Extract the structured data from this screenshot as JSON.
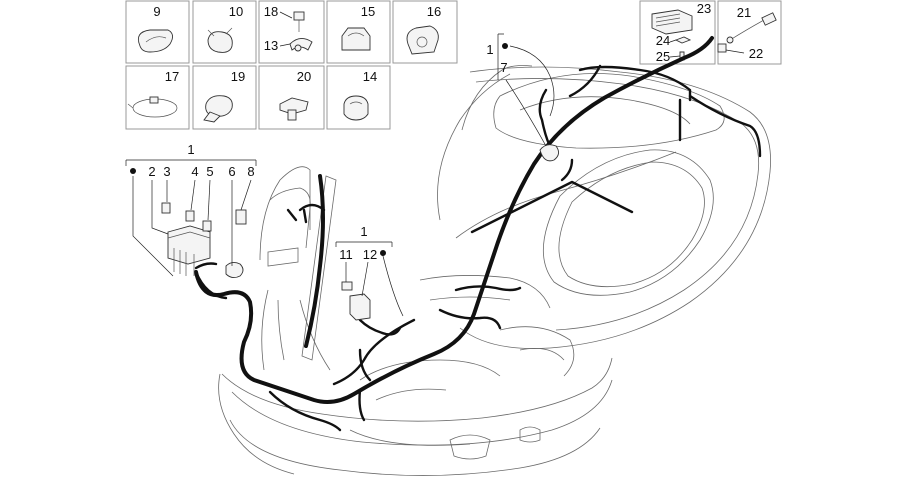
{
  "parts_grid": [
    {
      "id": "cell-9",
      "labels": [
        "9"
      ]
    },
    {
      "id": "cell-10",
      "labels": [
        "10"
      ]
    },
    {
      "id": "cell-18-13",
      "labels": [
        "18",
        "13"
      ]
    },
    {
      "id": "cell-15",
      "labels": [
        "15"
      ]
    },
    {
      "id": "cell-16",
      "labels": [
        "16"
      ]
    },
    {
      "id": "cell-17",
      "labels": [
        "17"
      ]
    },
    {
      "id": "cell-19",
      "labels": [
        "19"
      ]
    },
    {
      "id": "cell-20",
      "labels": [
        "20"
      ]
    },
    {
      "id": "cell-14",
      "labels": [
        "14"
      ]
    },
    {
      "id": "cell-23-24-25",
      "labels": [
        "23",
        "24",
        "25"
      ]
    },
    {
      "id": "cell-21-22",
      "labels": [
        "21",
        "22"
      ]
    }
  ],
  "callouts": {
    "top_group": {
      "main": "1",
      "sub": "7"
    },
    "left_group": {
      "main": "1",
      "items": [
        "2",
        "3",
        "4",
        "5",
        "6",
        "8"
      ]
    },
    "mid_group": {
      "main": "1",
      "items": [
        "11",
        "12"
      ]
    }
  }
}
